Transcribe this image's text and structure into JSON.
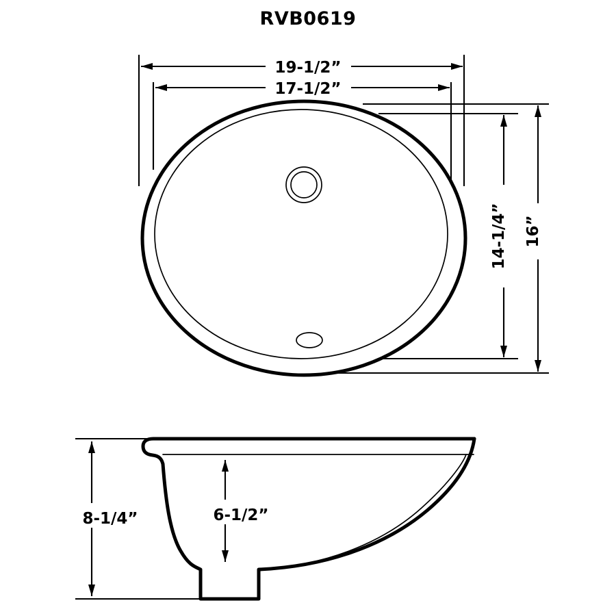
{
  "drawing": {
    "title": "RVB0619",
    "units": "inches",
    "background_color": "#ffffff",
    "line_color": "#000000"
  },
  "views": {
    "plan": {
      "name": "top-view",
      "features": {
        "rim": "oval-rim",
        "bowl": "oval-bowl",
        "drain": "drain-hole",
        "overflow": "overflow-hole"
      }
    },
    "section": {
      "name": "side-section-view",
      "features": {
        "rim": "rim-lip",
        "wall": "bowl-wall",
        "drain_boss": "drain-boss"
      }
    }
  },
  "dimensions": {
    "overall_width": "19-1/2”",
    "bowl_width": "17-1/2”",
    "bowl_depth_plan": "14-1/4”",
    "overall_depth_plan": "16”",
    "overall_height": "8-1/4”",
    "bowl_depth_section": "6-1/2”"
  }
}
